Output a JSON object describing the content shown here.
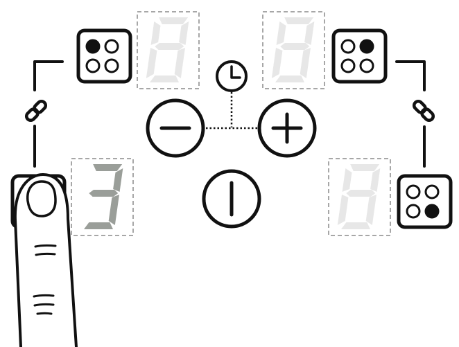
{
  "colors": {
    "ink": "#111111",
    "segment_off": "#e7e7e7",
    "segment_on": "#9a9e99",
    "dashed_frame": "#8a8a8a",
    "finger_fill": "#ffffff"
  },
  "zones": [
    {
      "id": "front-left",
      "active_burner": "top-left",
      "display": "3",
      "selected": true
    },
    {
      "id": "rear-left",
      "active_burner": "top-left",
      "display": "8",
      "selected": false
    },
    {
      "id": "rear-right",
      "active_burner": "top-right",
      "display": "8",
      "selected": false
    },
    {
      "id": "front-right",
      "active_burner": "bottom-right",
      "display": "8",
      "selected": false
    }
  ],
  "controls": {
    "minus_icon": "minus-icon",
    "plus_icon": "plus-icon",
    "timer_icon": "clock-icon",
    "power_icon": "power-icon",
    "bridge_icon": "chain-link-icon"
  }
}
